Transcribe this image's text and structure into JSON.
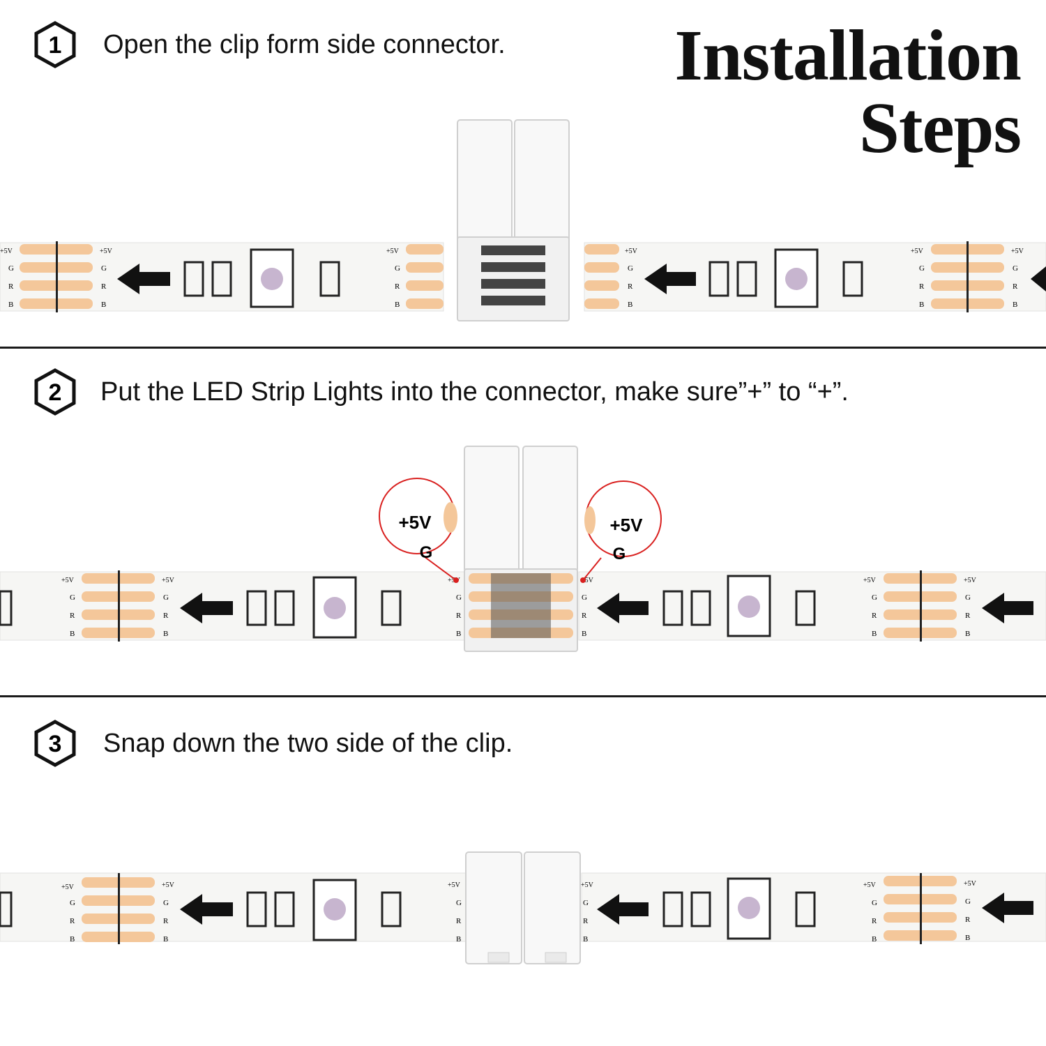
{
  "title": {
    "line1": "Installation",
    "line2": "Steps"
  },
  "steps": [
    {
      "number": "1",
      "text": "Open the clip form side connector."
    },
    {
      "number": "2",
      "text": "Put the LED Strip Lights into the connector, make sure”+” to “+”."
    },
    {
      "number": "3",
      "text": "Snap down the two side of the clip."
    }
  ],
  "pad_labels": [
    "+5V",
    "G",
    "R",
    "B"
  ],
  "callouts": [
    {
      "label": "+5V",
      "sub": "G"
    },
    {
      "label": "+5V",
      "sub": "G"
    }
  ],
  "colors": {
    "pad": "#f4c79a",
    "strip": "#f6f6f4",
    "callout_ring": "#d9201f",
    "divider": "#1a1a1a"
  }
}
